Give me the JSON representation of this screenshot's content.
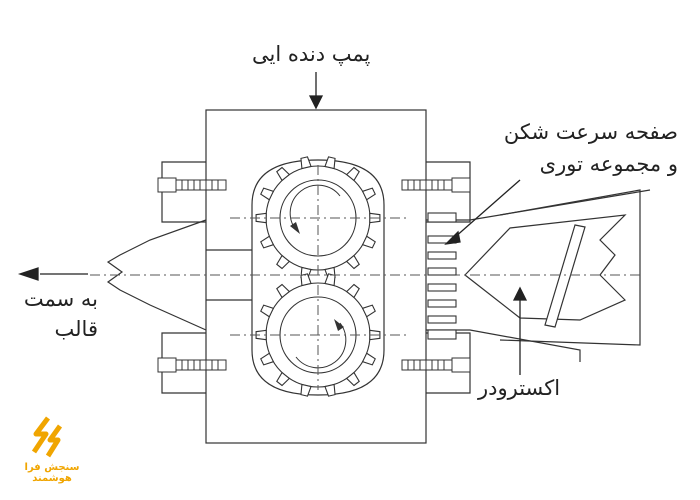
{
  "labels": {
    "gear_pump": "پمپ دنده ایی",
    "breaker_plate_line1": "صفحه سرعت شکن",
    "breaker_plate_line2": "و مجموعه توری",
    "to_mold_line1": "به سمت",
    "to_mold_line2": "قالب",
    "extruder": "اکسترودر"
  },
  "logo": {
    "text": "سنجش فرا هوشمند",
    "color": "#f0a500"
  },
  "colors": {
    "line": "#333333",
    "fill": "#ffffff",
    "arrow": "#222222"
  },
  "icons": [
    "gear-icon",
    "rotation-arrow-icon",
    "bolt-icon",
    "arrow-left-icon",
    "logo-icon"
  ]
}
